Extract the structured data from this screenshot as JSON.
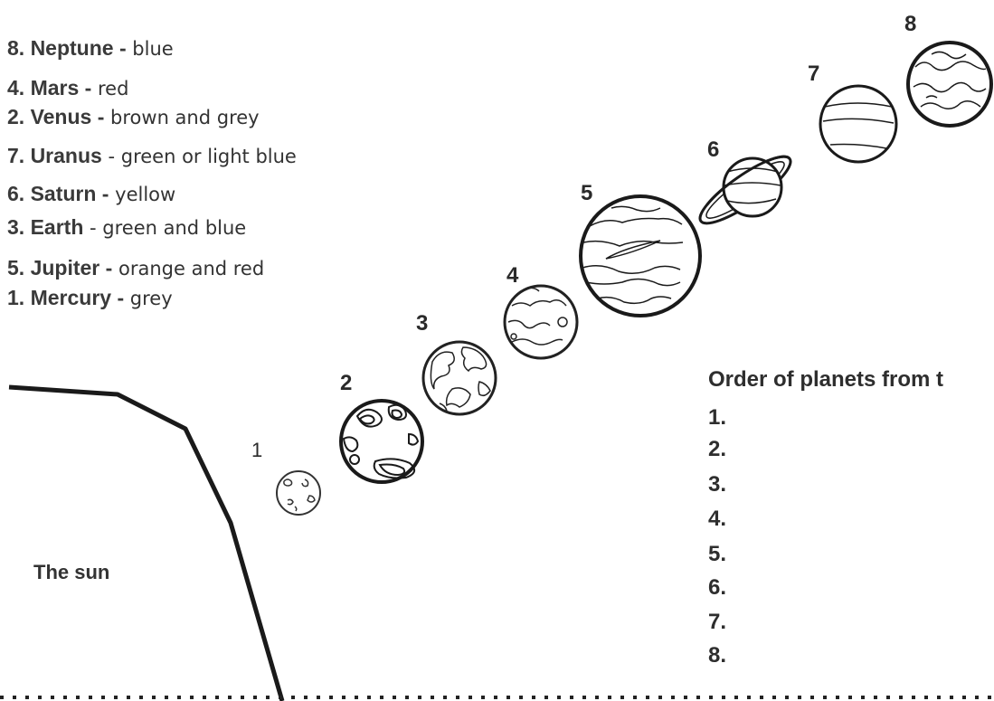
{
  "legend": [
    {
      "planet": "8. Neptune -",
      "color": " blue"
    },
    {
      "planet": "4. Mars -",
      "color": " red"
    },
    {
      "planet": "2. Venus -",
      "color": " brown and grey"
    },
    {
      "planet": "7. Uranus",
      "color": " - green or light blue"
    },
    {
      "planet": "6. Saturn -",
      "color": " yellow"
    },
    {
      "planet": "3. Earth",
      "color": " - green and blue"
    },
    {
      "planet": "5. Jupiter -",
      "color": " orange and red"
    },
    {
      "planet": "1. Mercury -",
      "color": " grey"
    }
  ],
  "planet_numbers": [
    "1",
    "2",
    "3",
    "4",
    "5",
    "6",
    "7",
    "8"
  ],
  "sun_label": "The sun",
  "order": {
    "title": "Order of planets from t",
    "items": [
      "1.",
      "2.",
      "3.",
      "4.",
      "5.",
      "6.",
      "7.",
      "8."
    ]
  }
}
